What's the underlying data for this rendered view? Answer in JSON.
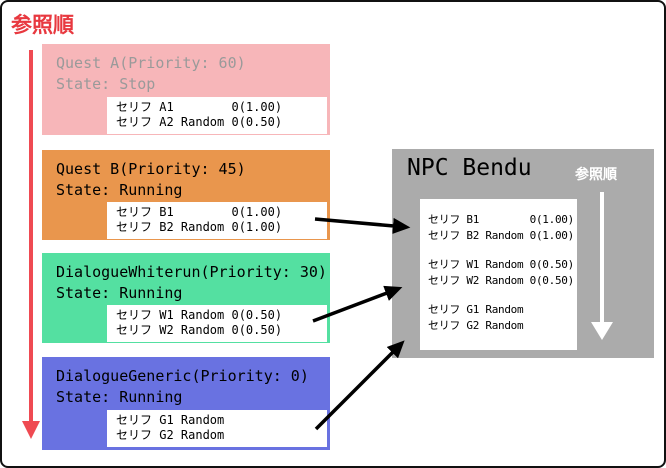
{
  "page": {
    "reference_order_label": "参照順"
  },
  "colors": {
    "reference_arrow_red": "#ef4a52",
    "title_red": "#e8383f",
    "quest_a_pink": "#f7b6b9",
    "quest_b_orange": "#e9964d",
    "whiterun_green": "#54e0a1",
    "generic_blue": "#6972e1",
    "npc_gray": "#ababab",
    "stopped_text_gray": "#9a9a9a",
    "running_text_black": "#000000"
  },
  "quests": [
    {
      "name": "Quest A(Priority: 60)",
      "state": "State: Stop",
      "lines": [
        "セリフ A1        0(1.00)",
        "セリフ A2 Random 0(0.50)"
      ]
    },
    {
      "name": "Quest B(Priority: 45)",
      "state": "State: Running",
      "lines": [
        "セリフ B1        0(1.00)",
        "セリフ B2 Random 0(1.00)"
      ]
    },
    {
      "name": "DialogueWhiterun(Priority: 30)",
      "state": "State: Running",
      "lines": [
        "セリフ W1 Random 0(0.50)",
        "セリフ W2 Random 0(0.50)"
      ]
    },
    {
      "name": "DialogueGeneric(Priority: 0)",
      "state": "State: Running",
      "lines": [
        "セリフ G1 Random",
        "セリフ G2 Random"
      ]
    }
  ],
  "npc": {
    "title": "NPC Bendu",
    "reference_order_label": "参照順",
    "groups": [
      [
        "セリフ B1        0(1.00)",
        "セリフ B2 Random 0(1.00)"
      ],
      [
        "セリフ W1 Random 0(0.50)",
        "セリフ W2 Random 0(0.50)"
      ],
      [
        "セリフ G1 Random",
        "セリフ G2 Random"
      ]
    ]
  }
}
